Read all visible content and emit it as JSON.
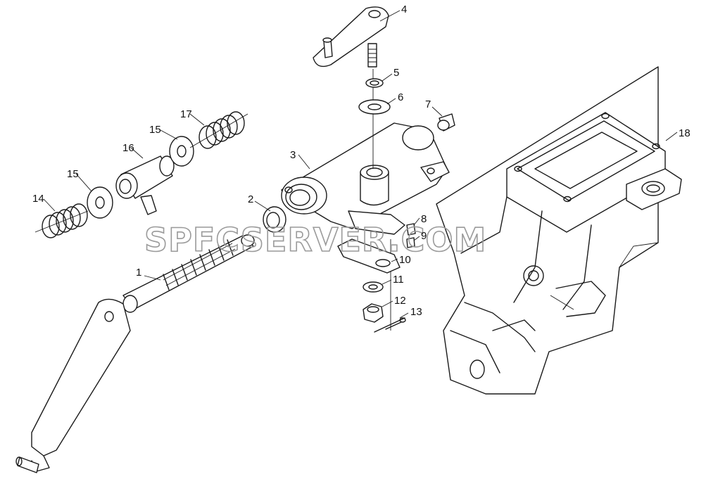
{
  "watermark": "SPFCSERVER.COM",
  "callouts": [
    {
      "id": "label-1",
      "text": "1"
    },
    {
      "id": "label-2",
      "text": "2"
    },
    {
      "id": "label-3",
      "text": "3"
    },
    {
      "id": "label-4",
      "text": "4"
    },
    {
      "id": "label-5",
      "text": "5"
    },
    {
      "id": "label-6",
      "text": "6"
    },
    {
      "id": "label-7",
      "text": "7"
    },
    {
      "id": "label-8",
      "text": "8"
    },
    {
      "id": "label-9",
      "text": "9"
    },
    {
      "id": "label-10",
      "text": "10"
    },
    {
      "id": "label-11",
      "text": "11"
    },
    {
      "id": "label-12",
      "text": "12"
    },
    {
      "id": "label-13",
      "text": "13"
    },
    {
      "id": "label-14",
      "text": "14"
    },
    {
      "id": "label-15a",
      "text": "15"
    },
    {
      "id": "label-15b",
      "text": "15"
    },
    {
      "id": "label-16",
      "text": "16"
    },
    {
      "id": "label-17",
      "text": "17"
    },
    {
      "id": "label-18",
      "text": "18"
    }
  ]
}
